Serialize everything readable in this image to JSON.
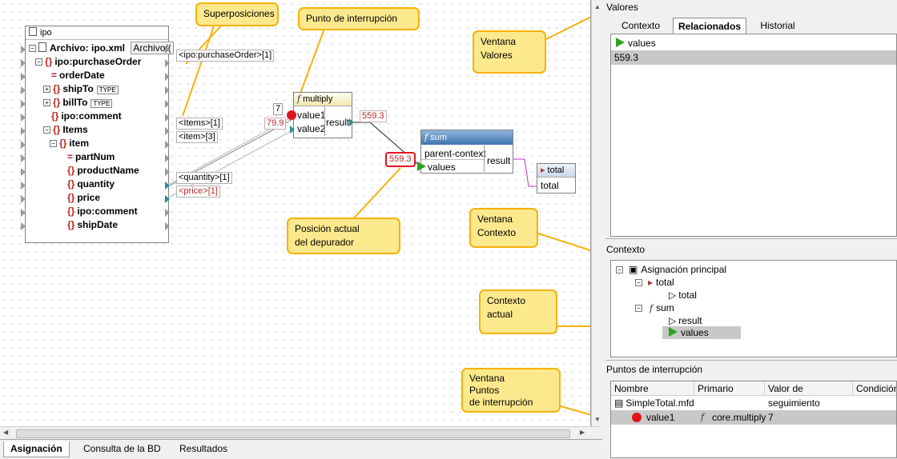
{
  "callouts": {
    "superposiciones": "Superposiciones",
    "punto_interrupcion": "Punto de interrupción",
    "ventana_valores": [
      "Ventana",
      "Valores"
    ],
    "posicion_actual": [
      "Posición actual",
      "del depurador"
    ],
    "ventana_contexto": [
      "Ventana",
      "Contexto"
    ],
    "contexto_actual": [
      "Contexto",
      "actual"
    ],
    "ventana_puntos": [
      "Ventana",
      "Puntos",
      "de interrupción"
    ]
  },
  "ipo": {
    "header": "ipo",
    "file_label": "Archivo: ipo.xml",
    "file_button": "Archivo/(",
    "rows": [
      "ipo:purchaseOrder",
      "orderDate",
      "shipTo",
      "billTo",
      "ipo:comment",
      "Items",
      "item",
      "partNum",
      "productName",
      "quantity",
      "price",
      "ipo:comment",
      "shipDate"
    ],
    "type_badge": "TYPE"
  },
  "overlays": {
    "purchase_order": "<ipo:purchaseOrder>[1]",
    "items": "<Items>[1]",
    "item": "<item>[3]",
    "quantity": "<quantity>[1]",
    "price": "<price>[1]"
  },
  "multiply": {
    "title": "multiply",
    "in1": "value1",
    "in2": "value2",
    "out": "result",
    "in1_value": "7",
    "in2_value": "79.9",
    "out_value": "559.3"
  },
  "sum": {
    "title": "sum",
    "in1": "parent-context",
    "in2": "values",
    "out": "result",
    "current_value": "559.3"
  },
  "total_box": {
    "title": "total",
    "row": "total"
  },
  "bottom_tabs": [
    "Asignación",
    "Consulta de la BD",
    "Resultados"
  ],
  "valores_panel": {
    "title": "Valores",
    "tabs": [
      "Contexto",
      "Relacionados",
      "Historial"
    ],
    "item_name": "values",
    "item_value": "559.3"
  },
  "contexto_panel": {
    "title": "Contexto",
    "root": "Asignación principal",
    "total": "total",
    "total_child": "total",
    "sum": "sum",
    "sum_result": "result",
    "sum_values": "values"
  },
  "puntos_panel": {
    "title": "Puntos de interrupción",
    "columns": [
      "Nombre",
      "Primario",
      "Valor de seguimiento",
      "Condición"
    ],
    "file": "SimpleTotal.mfd",
    "bp_name": "value1",
    "bp_primary": "core.multiply",
    "bp_value": "7"
  },
  "colors": {
    "callout_fill": "#fde98d",
    "callout_border": "#f5b20a",
    "sum_header": "#4a7fb5",
    "breakpoint": "#e0141d",
    "current": "#2fa31f"
  }
}
